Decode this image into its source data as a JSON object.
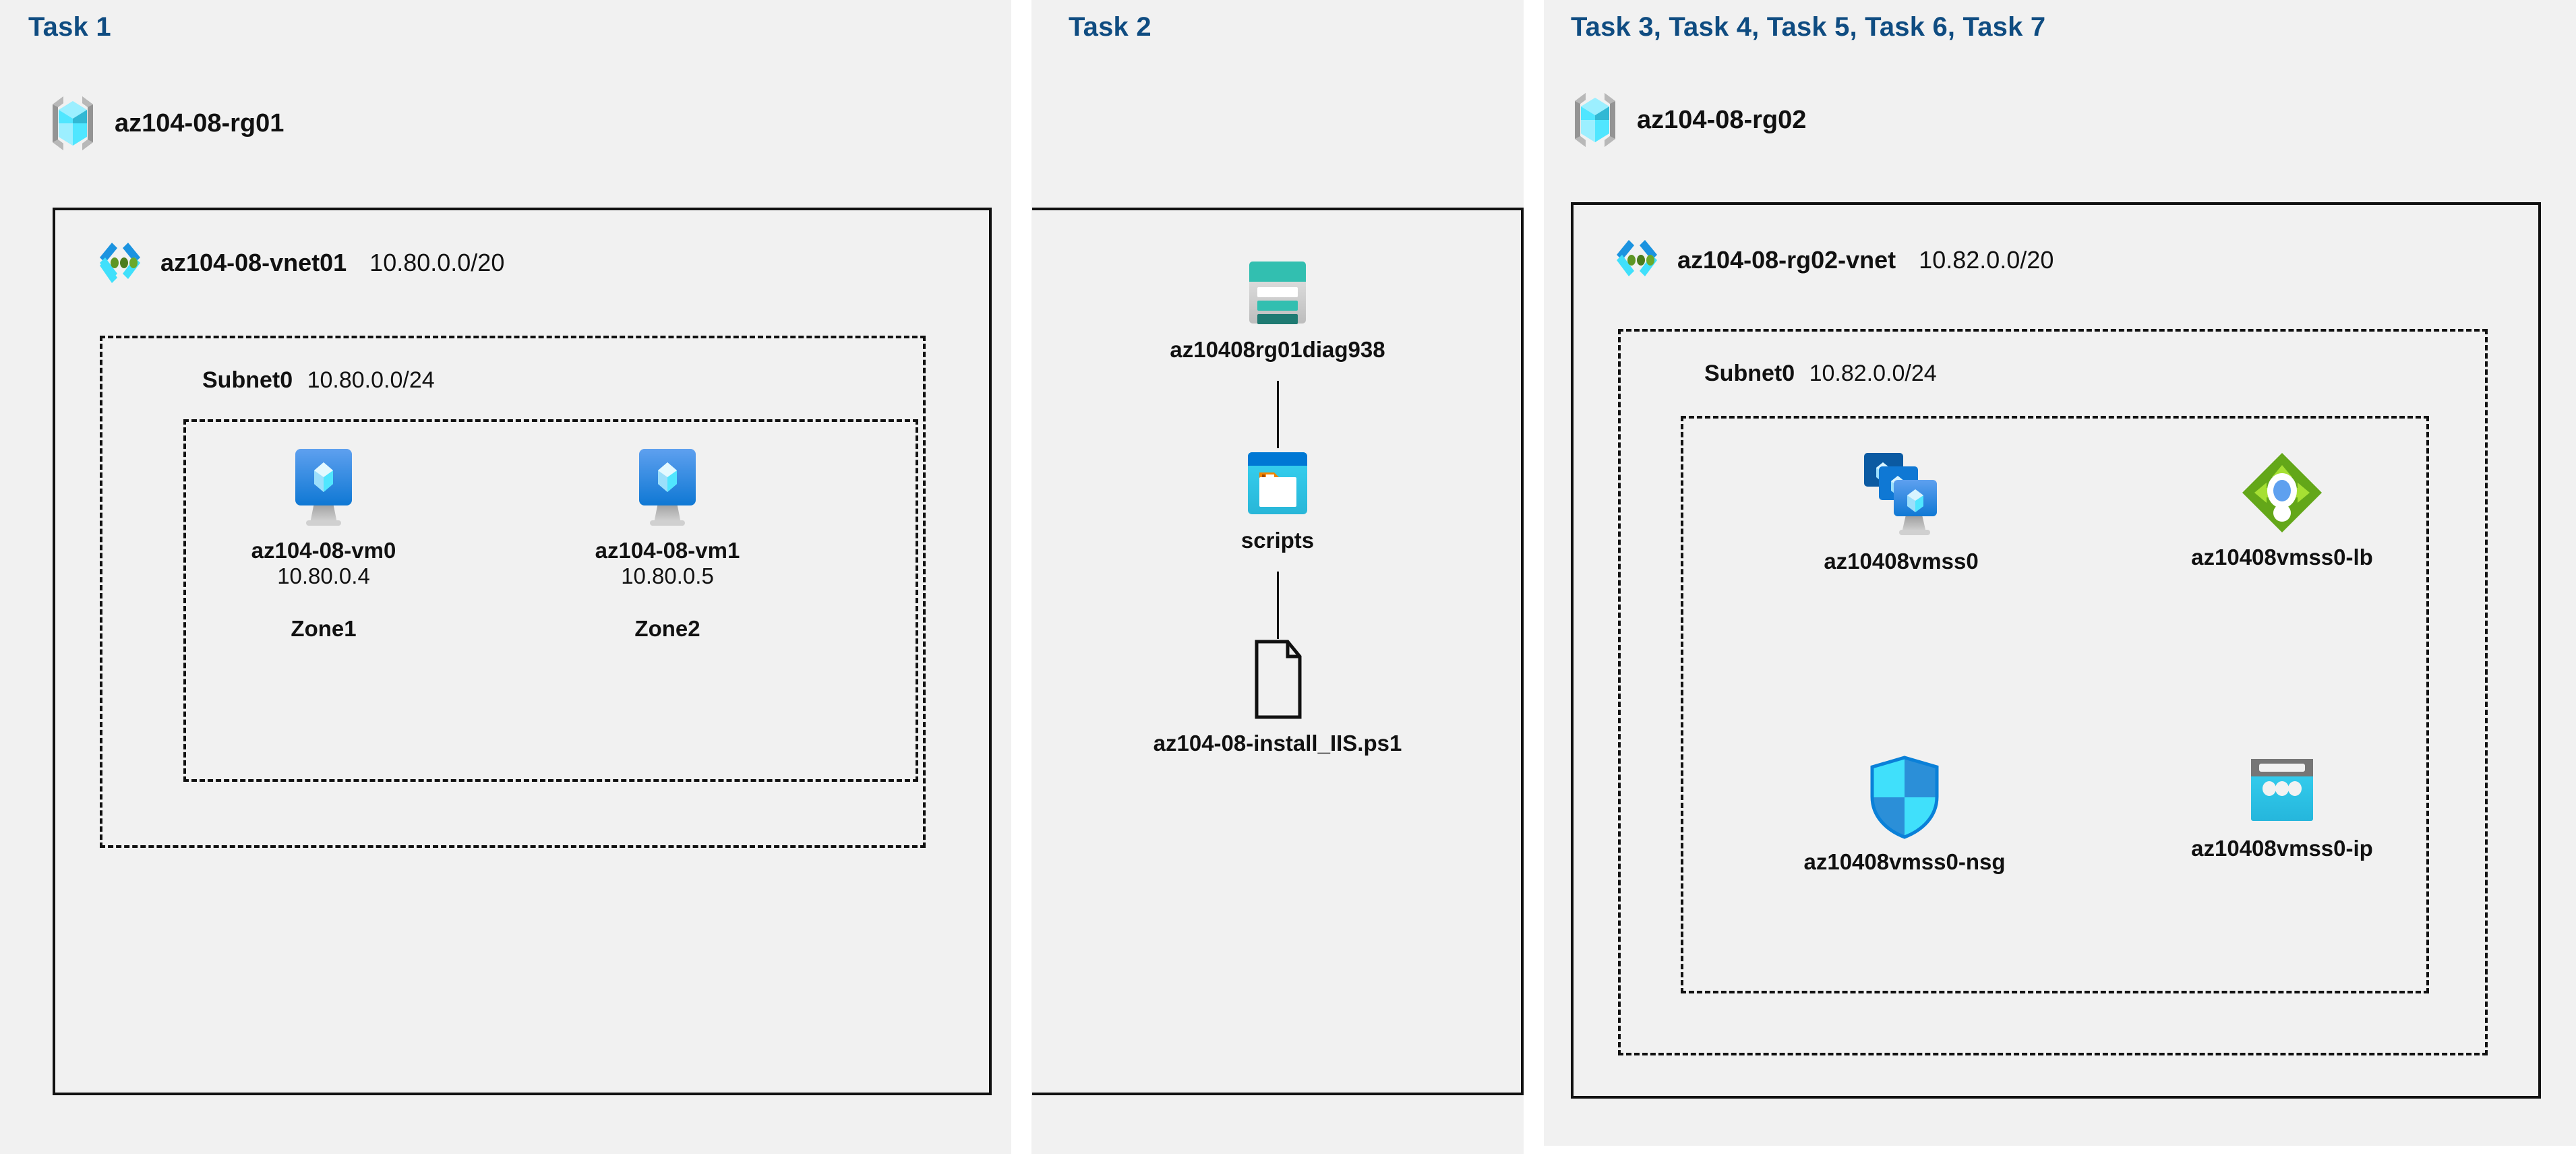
{
  "diagram": {
    "title": "Azure AZ-104 Lab 08 architecture",
    "accent_color": "#0f4c81",
    "panel_bg": "#f1f1f1"
  },
  "panels": [
    {
      "id": "task1",
      "label": "Task 1",
      "resource_group": {
        "name": "az104-08-rg01",
        "icon": "resource-group-icon"
      },
      "vnet": {
        "name": "az104-08-vnet01",
        "cidr": "10.80.0.0/20",
        "icon": "virtual-network-icon"
      },
      "subnet": {
        "name": "Subnet0",
        "cidr": "10.80.0.0/24"
      },
      "resources": [
        {
          "icon": "virtual-machine-icon",
          "name": "az104-08-vm0",
          "ip": "10.80.0.4",
          "zone": "Zone1"
        },
        {
          "icon": "virtual-machine-icon",
          "name": "az104-08-vm1",
          "ip": "10.80.0.5",
          "zone": "Zone2"
        }
      ]
    },
    {
      "id": "task2",
      "label": "Task 2",
      "resources": [
        {
          "icon": "storage-account-icon",
          "name": "az10408rg01diag938"
        },
        {
          "icon": "blob-container-icon",
          "name": "scripts"
        },
        {
          "icon": "file-icon",
          "name": "az104-08-install_IIS.ps1"
        }
      ]
    },
    {
      "id": "task3",
      "label": "Task 3, Task 4, Task 5, Task 6, Task 7",
      "resource_group": {
        "name": "az104-08-rg02",
        "icon": "resource-group-icon"
      },
      "vnet": {
        "name": "az104-08-rg02-vnet",
        "cidr": "10.82.0.0/20",
        "icon": "virtual-network-icon"
      },
      "subnet": {
        "name": "Subnet0",
        "cidr": "10.82.0.0/24"
      },
      "resources": [
        {
          "icon": "vm-scale-set-icon",
          "name": "az10408vmss0"
        },
        {
          "icon": "load-balancer-icon",
          "name": "az10408vmss0-lb"
        },
        {
          "icon": "network-security-group-icon",
          "name": "az10408vmss0-nsg"
        },
        {
          "icon": "public-ip-address-icon",
          "name": "az10408vmss0-ip"
        }
      ]
    }
  ],
  "colors": {
    "task_label": "#0f4c81",
    "vnet_chevron_top": "#1b93e0",
    "vnet_chevron_bottom": "#40e0fb",
    "vnet_dot": "#5e9624",
    "rg_bracket": "#949494",
    "rg_cube": "#50e6ff",
    "vm_screen": "#3f91e5",
    "storage_teal": "#32bfb0",
    "storage_dark_teal": "#1f7a72",
    "blob_top_bar": "#0078d4",
    "blob_body": "#32cdee",
    "blob_tab": "#f28500",
    "lb_diamond": "#63a719",
    "lb_arrow": "#a6e033",
    "lb_center": "#5ea0ef",
    "nsg_light": "#40e0fb",
    "nsg_dark": "#2b8fd8",
    "ip_bar": "#767676",
    "ip_body": "#32cdee",
    "box_stroke": "#111111"
  }
}
